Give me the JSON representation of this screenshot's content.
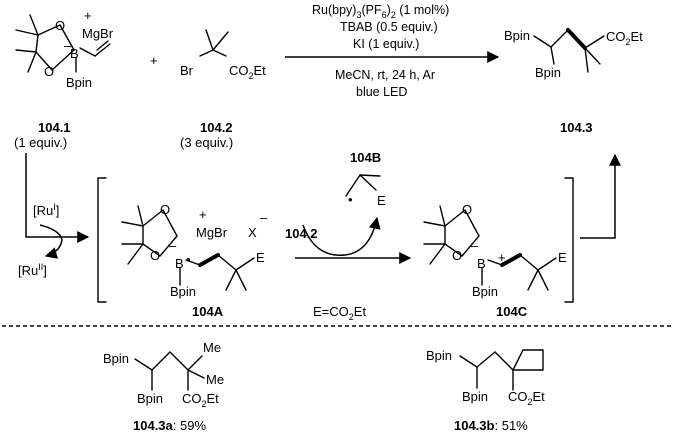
{
  "conditions": {
    "catalyst": "Ru(bpy)",
    "catalyst_sub1": "3",
    "catalyst_mid": "(PF",
    "catalyst_sub2": "6",
    "catalyst_end": ")",
    "catalyst_sub3": "2",
    "catalyst_loading": " (1 mol%)",
    "line2": "TBAB (0.5 equiv.)",
    "line3": "KI (1 equiv.)",
    "line4": "MeCN, rt, 24 h, Ar",
    "line5": "blue LED"
  },
  "compounds": {
    "c1041": {
      "id": "104.1",
      "equiv": "(1 equiv.)"
    },
    "c1042": {
      "id": "104.2",
      "equiv": "(3 equiv.)"
    },
    "c1043": {
      "id": "104.3"
    },
    "c104A": {
      "id": "104A"
    },
    "c104B": {
      "id": "104B"
    },
    "c104C": {
      "id": "104C"
    }
  },
  "labels": {
    "plus": "+",
    "minus": "–",
    "B": "B",
    "O": "O",
    "Bpin": "Bpin",
    "MgBr": "MgBr",
    "Br": "Br",
    "E": "E",
    "Me": "Me",
    "X": "X",
    "CO2Et_main": "CO",
    "CO2Et_sub": "2",
    "CO2Et_end": "Et",
    "ru1": "[Ru",
    "ru1_sup": "I",
    "ru2": "[Ru",
    "ru2_sup": "II",
    "ru_close": "]",
    "e_def_main": "E=CO",
    "e_def_sub": "2",
    "e_def_end": "Et",
    "reagent_1042": "104.2",
    "radical_dot": "•"
  },
  "products": {
    "p3a": {
      "id": "104.3a",
      "yield": ": 59%"
    },
    "p3b": {
      "id": "104.3b",
      "yield": ": 51%"
    }
  }
}
